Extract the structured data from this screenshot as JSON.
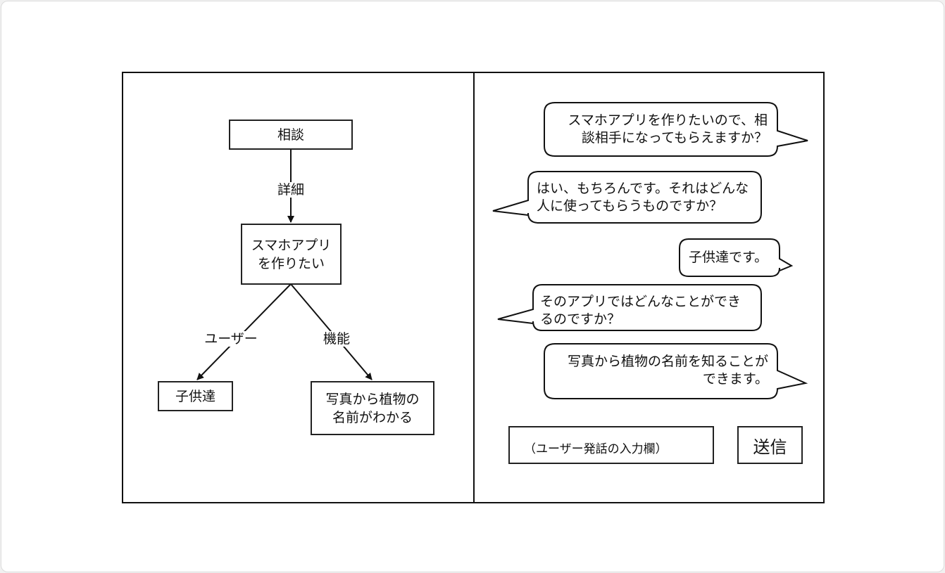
{
  "diagram": {
    "nodes": [
      {
        "id": "consult",
        "label": "相談"
      },
      {
        "id": "app",
        "label": "スマホアプリ\nを作りたい"
      },
      {
        "id": "children",
        "label": "子供達"
      },
      {
        "id": "feature",
        "label": "写真から植物の\n名前がわかる"
      }
    ],
    "edges": [
      {
        "from": "consult",
        "to": "app",
        "label": "詳細"
      },
      {
        "from": "app",
        "to": "children",
        "label": "ユーザー"
      },
      {
        "from": "app",
        "to": "feature",
        "label": "機能"
      }
    ]
  },
  "chat": {
    "messages": [
      {
        "speaker": "user",
        "text": "スマホアプリを作りたいので、相\n談相手になってもらえますか？"
      },
      {
        "speaker": "assistant",
        "text": "はい、もちろんです。それはどんな\n人に使ってもらうものですか？"
      },
      {
        "speaker": "user",
        "text": "子供達です。"
      },
      {
        "speaker": "assistant",
        "text": "そのアプリではどんなことができ\nるのですか？"
      },
      {
        "speaker": "user",
        "text": "写真から植物の名前を知ることが\nできます。"
      }
    ],
    "input_placeholder": "（ユーザー発話の入力欄）",
    "send_label": "送信"
  }
}
